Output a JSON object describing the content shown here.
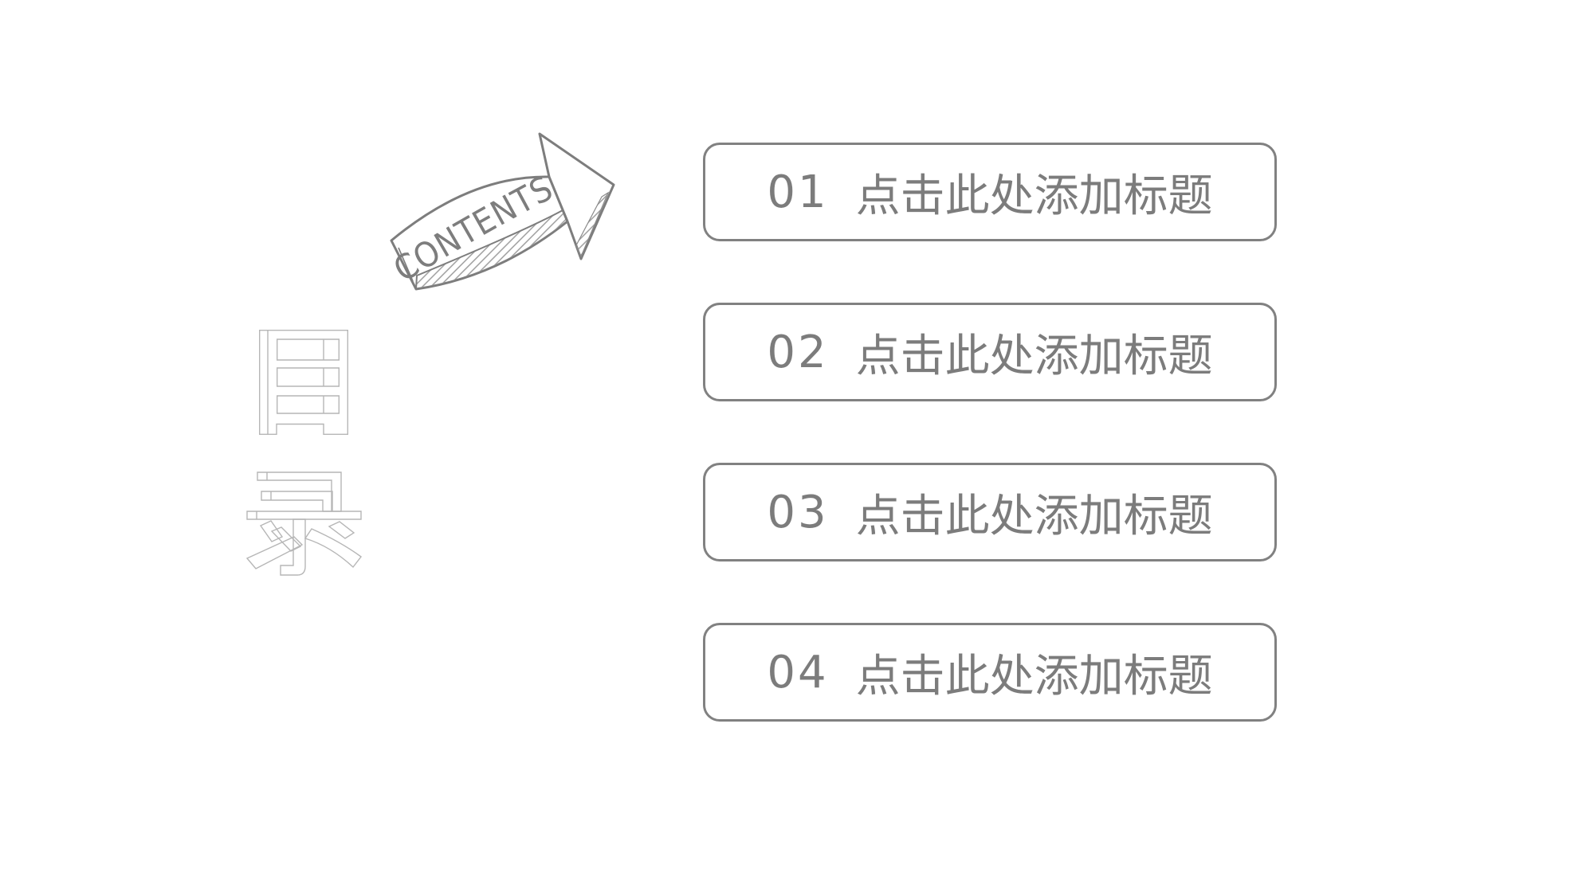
{
  "slide": {
    "background": "#ffffff",
    "toc_title": {
      "text": "目录",
      "char_top": "目",
      "char_bottom": "录",
      "outline_color": "#b6b6b6"
    },
    "arrow": {
      "label": "CONTENTS",
      "stroke_color": "#7d7d7d"
    },
    "items": [
      {
        "number": "01",
        "label": "点击此处添加标题"
      },
      {
        "number": "02",
        "label": "点击此处添加标题"
      },
      {
        "number": "03",
        "label": "点击此处添加标题"
      },
      {
        "number": "04",
        "label": "点击此处添加标题"
      }
    ],
    "colors": {
      "box_border": "#818181",
      "box_text": "#7c7c7c",
      "hatch_line": "#969696",
      "title_outline": "#b6b6b6"
    }
  }
}
